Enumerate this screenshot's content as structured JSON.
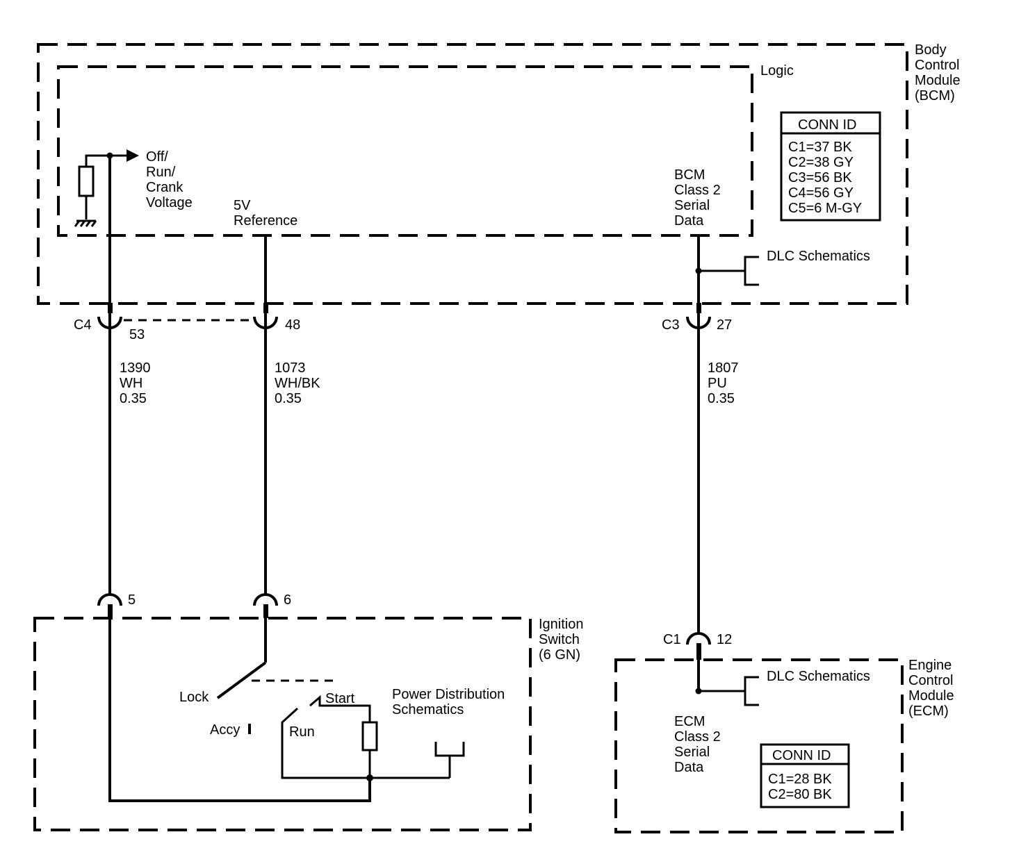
{
  "bcm": {
    "title_lines": [
      "Body",
      "Control",
      "Module",
      "(BCM)"
    ],
    "logic_label": "Logic",
    "conn_id": {
      "header": "CONN ID",
      "rows": [
        "C1=37 BK",
        "C2=38 GY",
        "C3=56 BK",
        "C4=56 GY",
        "C5=6 M-GY"
      ]
    },
    "output_label_lines": [
      "Off/",
      "Run/",
      "Crank",
      "Voltage"
    ],
    "reference_label_lines": [
      "5V",
      "Reference"
    ],
    "serial_data_label_lines": [
      "BCM",
      "Class 2",
      "Serial",
      "Data"
    ],
    "dlc_label": "DLC Schematics"
  },
  "connectors": {
    "c4_name": "C4",
    "c4_pin": "53",
    "c4_pin2": "48",
    "c3_name": "C3",
    "c3_pin": "27",
    "ign_pin_a": "5",
    "ign_pin_b": "6",
    "c1_name": "C1",
    "c1_pin": "12"
  },
  "wires": {
    "w1390": [
      "1390",
      "WH",
      "0.35"
    ],
    "w1073": [
      "1073",
      "WH/BK",
      "0.35"
    ],
    "w1807": [
      "1807",
      "PU",
      "0.35"
    ]
  },
  "ignition": {
    "title_lines": [
      "Ignition",
      "Switch",
      "(6 GN)"
    ],
    "lock": "Lock",
    "accy": "Accy",
    "run": "Run",
    "start": "Start",
    "power_dist_lines": [
      "Power Distribution",
      "Schematics"
    ]
  },
  "ecm": {
    "title_lines": [
      "Engine",
      "Control",
      "Module",
      "(ECM)"
    ],
    "dlc_label": "DLC Schematics",
    "serial_data_label_lines": [
      "ECM",
      "Class 2",
      "Serial",
      "Data"
    ],
    "conn_id": {
      "header": "CONN ID",
      "rows": [
        "C1=28 BK",
        "C2=80 BK"
      ]
    }
  }
}
